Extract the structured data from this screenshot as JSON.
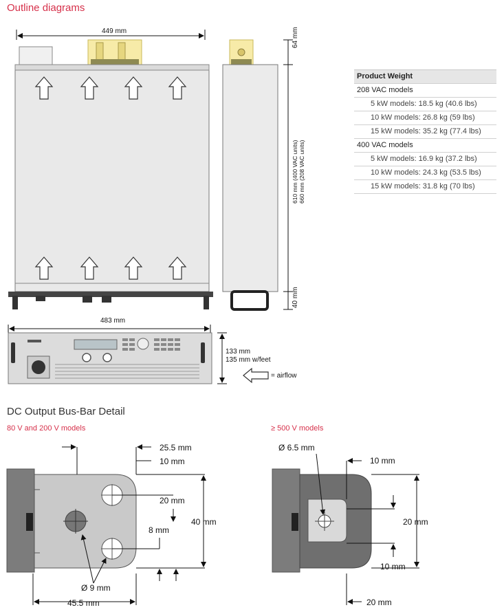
{
  "titles": {
    "outline": "Outline diagrams",
    "busbar": "DC Output Bus-Bar Detail",
    "left_models": "80 V and 200 V models",
    "right_models": "≥ 500 V models"
  },
  "outline": {
    "top_width": "449 mm",
    "front_width": "483 mm",
    "side_top": "64 mm",
    "side_depth_1": "610 mm (400 VAC units)",
    "side_depth_2": "660 mm (208 VAC units)",
    "side_bottom": "40 mm",
    "front_height_1": "133 mm",
    "front_height_2": "135 mm w/feet",
    "airflow": "= airflow"
  },
  "weights": {
    "header": "Product Weight",
    "groups": [
      {
        "name": "208 VAC models",
        "items": [
          "5 kW models: 18.5 kg (40.6 lbs)",
          "10 kW models: 26.8 kg (59 lbs)",
          "15 kW models: 35.2 kg (77.4 lbs)"
        ]
      },
      {
        "name": "400 VAC models",
        "items": [
          "5 kW models: 16.9 kg (37.2 lbs)",
          "10 kW models: 24.3 kg (53.5 lbs)",
          "15 kW models: 31.8 kg (70 lbs)"
        ]
      }
    ]
  },
  "busbar_left": {
    "d1": "25.5 mm",
    "d2": "10 mm",
    "d3": "20 mm",
    "d4": "8 mm",
    "d5": "40 mm",
    "d6": "Ø 9 mm",
    "d7": "45.5 mm"
  },
  "busbar_right": {
    "d1": "Ø 6.5 mm",
    "d2": "10 mm",
    "d3": "20 mm",
    "d4": "10 mm",
    "d5": "20 mm"
  }
}
